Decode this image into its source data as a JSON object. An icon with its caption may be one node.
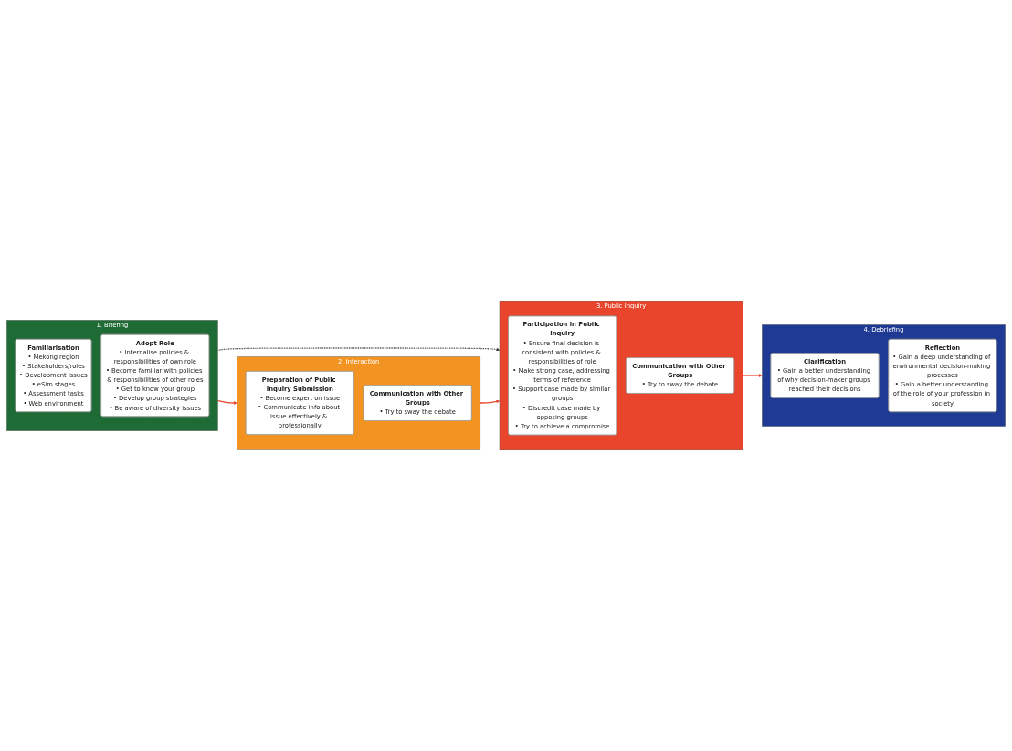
{
  "diagram": {
    "nodes": [
      {
        "text": [
          "1. Briefing"
        ]
      },
      {
        "text": [
          "Familiarisation",
          "• Mekong region",
          "• Stakeholders/roles",
          "• Development issues",
          "• eSim stages",
          "• Assessment tasks",
          "• Web environment"
        ],
        "in": 0
      },
      {
        "text": [
          "Adopt Role",
          "• Internalise policies & responsibilities of own role",
          "• Become familiar with policies & responsibilities of other roles",
          "• Get to know your group",
          "• Develop group strategies",
          "• Be aware of diversity issues"
        ],
        "in": 0
      },
      {
        "text": [
          "3. Public Inquiry"
        ]
      },
      {
        "text": [
          "Participation in Public Inquiry",
          "• Ensure final decision is consistent with policies & responsibilities of role",
          "• Make strong case, addressing terms of reference",
          "• Support case made by similar groups",
          "• Discredit case made by opposing groups",
          "• Try to achieve a compromise"
        ],
        "in": 3
      },
      {
        "text": [
          "Communication with Other Groups",
          "• Try to sway the debate"
        ],
        "in": 3
      },
      {
        "text": [
          "4. Debriefing"
        ]
      },
      {
        "text": [
          "Clarification",
          "• Gain a better understanding of why decision-maker groups reached their decisions"
        ],
        "in": 6
      },
      {
        "text": [
          "Reflection",
          "• Gain a deep understanding of environmental decision-making processes",
          "• Gain a better understanding of the role of your profession in society"
        ],
        "in": 6
      },
      {
        "text": [
          "2. Interaction"
        ]
      },
      {
        "text": [
          "Preparation of Public Inquiry Submission",
          "• Become expert on issue",
          "• Communicate info about issue effectively & professionally"
        ],
        "in": 9
      },
      {
        "text": [
          "Communication with Other Groups",
          "• Try to sway the debate"
        ],
        "in": 9
      }
    ],
    "edges": [
      {
        "from": 0,
        "to": 3,
        "arrow": "to",
        "style": "dashed",
        "color": "#333333"
      },
      {
        "from": 3,
        "to": 6,
        "arrow": "to",
        "color": "#e8452c"
      },
      {
        "from": 0,
        "to": 9,
        "arrow": "to",
        "color": "#e8452c"
      },
      {
        "from": 9,
        "to": 3,
        "arrow": "to",
        "color": "#e8452c"
      }
    ]
  }
}
